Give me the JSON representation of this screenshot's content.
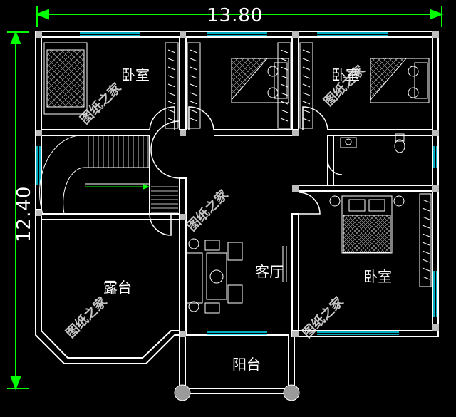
{
  "dimensions": {
    "width_label": "13.80",
    "height_label": "12.40"
  },
  "rooms": {
    "bedroom_top_left": "卧室",
    "bedroom_top_right": "卧室",
    "bedroom_right": "卧室",
    "living_room": "客厅",
    "terrace": "露台",
    "balcony": "阳台"
  },
  "watermark": "图纸之家",
  "colors": {
    "background": "#000000",
    "wall": "#ffffff",
    "dimension": "#00ff00",
    "window": "#00e5ff",
    "furniture": "#ffffff"
  }
}
